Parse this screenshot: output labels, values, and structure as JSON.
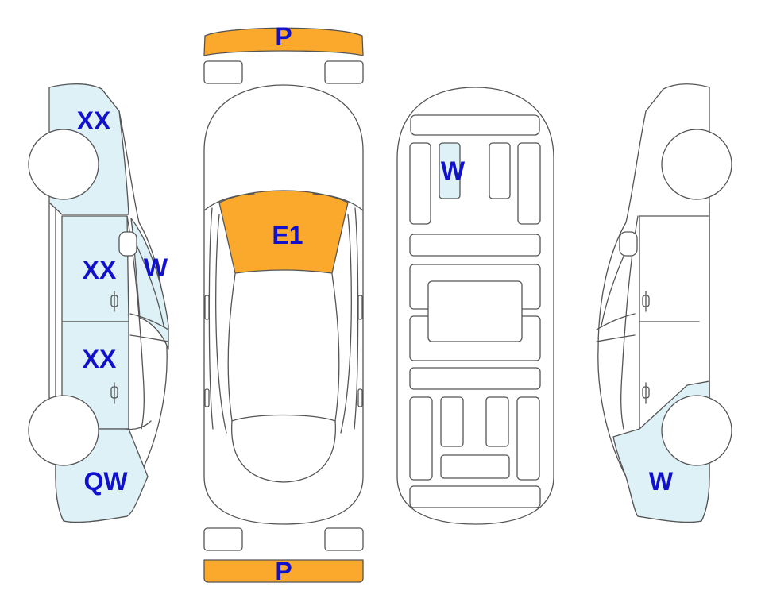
{
  "colors": {
    "outline": "#555555",
    "orange_damage": "#FBA92C",
    "blue_damage": "#DDF1F7",
    "label": "#1111CC",
    "background": "#FFFFFF"
  },
  "labels": {
    "front_bumper": "P",
    "rear_bumper": "P",
    "hood": "E1",
    "left_front_fender": "XX",
    "left_front_door": "XX",
    "left_rear_door": "XX",
    "left_window": "W",
    "left_rear_quarter": "QW",
    "roof_panel": "W",
    "right_rear_quarter": "W"
  },
  "views": [
    "left-side-view",
    "top-view",
    "underside-view",
    "right-side-view"
  ]
}
